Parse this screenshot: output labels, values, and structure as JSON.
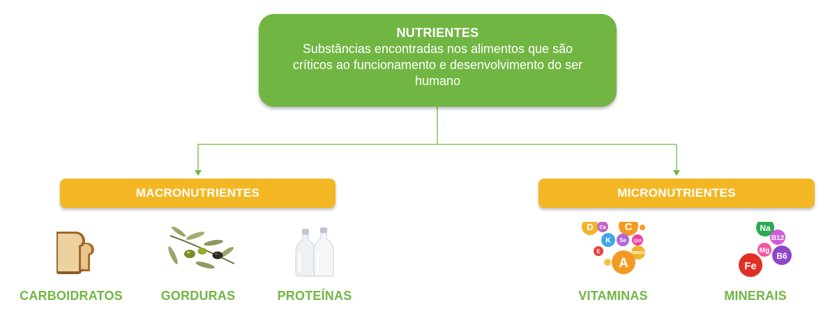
{
  "root": {
    "title": "NUTRIENTES",
    "description": "Substâncias encontradas nos alimentos que são críticos ao funcionamento e desenvolvimento do ser humano"
  },
  "categories": [
    {
      "label": "MACRONUTRIENTES",
      "items": [
        {
          "label": "CARBOIDRATOS",
          "icon": "bread-icon"
        },
        {
          "label": "GORDURAS",
          "icon": "olives-icon"
        },
        {
          "label": "PROTEÍNAS",
          "icon": "milk-bottles-icon"
        }
      ]
    },
    {
      "label": "MICRONUTRIENTES",
      "items": [
        {
          "label": "VITAMINAS",
          "icon": "vitamin-balls-icon",
          "badges": [
            "D",
            "Ca",
            "C",
            "K",
            "Se",
            "Q10",
            "E",
            "OMEGA",
            "A"
          ]
        },
        {
          "label": "MINERAIS",
          "icon": "mineral-balls-icon",
          "badges": [
            "Na",
            "B12",
            "Mg",
            "B6",
            "Fe"
          ]
        }
      ]
    }
  ],
  "colors": {
    "root": "#71b643",
    "category": "#f4b724",
    "connector": "#71b643",
    "item_label": "#71b643"
  }
}
